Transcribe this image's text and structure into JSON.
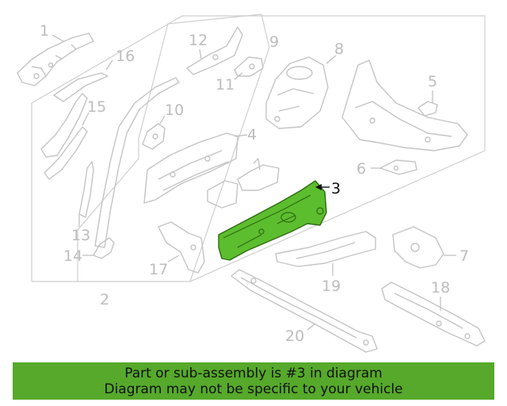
{
  "diagram": {
    "callouts": [
      "1",
      "2",
      "3",
      "4",
      "5",
      "6",
      "7",
      "8",
      "9",
      "10",
      "11",
      "12",
      "13",
      "14",
      "15",
      "16",
      "17",
      "18",
      "19",
      "20"
    ],
    "highlighted_part": "3",
    "highlight_color": "#5cbd2e",
    "line_color": "#c4c4c4"
  },
  "banner": {
    "line1": "Part or sub-assembly is #3 in diagram",
    "line2": "Diagram may not be specific to your vehicle",
    "background": "#56a92a"
  }
}
